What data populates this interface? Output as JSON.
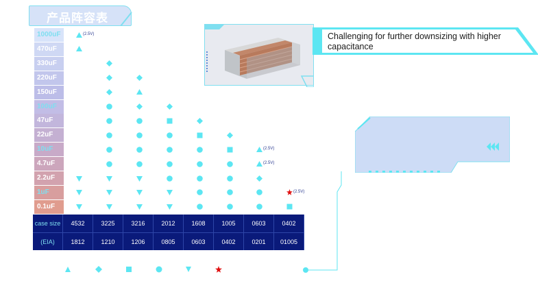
{
  "title": "产品阵容表",
  "description": "Challenging for further downsizing with higher capacitance",
  "capacitance_labels": [
    "1000uF",
    "470uF",
    "330uF",
    "220uF",
    "150uF",
    "100uF",
    "47uF",
    "22uF",
    "10uF",
    "4.7uF",
    "2.2uF",
    "1uF",
    "0.1uF"
  ],
  "notes": {
    "v25": "(2.5V)"
  },
  "table": {
    "row1": [
      "case size",
      "4532",
      "3225",
      "3216",
      "2012",
      "1608",
      "1005",
      "0603",
      "0402"
    ],
    "row2": [
      "(EIA)",
      "1812",
      "1210",
      "1206",
      "0805",
      "0603",
      "0402",
      "0201",
      "01005"
    ]
  },
  "colors": {
    "accent": "#7fdff0",
    "navy": "#0a1a7a",
    "marker": "#5ce6f2",
    "star": "#e01010",
    "panel": "#cddcf6"
  },
  "icons": [
    "triangle",
    "diamond",
    "square",
    "circle",
    "down-triangle",
    "star"
  ],
  "chart_data": {
    "type": "table",
    "rows": [
      "1000uF",
      "470uF",
      "330uF",
      "220uF",
      "150uF",
      "100uF",
      "47uF",
      "22uF",
      "10uF",
      "4.7uF",
      "2.2uF",
      "1uF",
      "0.1uF"
    ],
    "columns": [
      "4532",
      "3225",
      "3216",
      "2012",
      "1608",
      "1005",
      "0603",
      "0402"
    ],
    "cells": [
      [
        "triangle (2.5V)",
        "",
        "",
        "",
        "",
        "",
        "",
        ""
      ],
      [
        "triangle",
        "",
        "",
        "",
        "",
        "",
        "",
        ""
      ],
      [
        "",
        "diamond",
        "",
        "",
        "",
        "",
        "",
        ""
      ],
      [
        "",
        "diamond",
        "diamond",
        "",
        "",
        "",
        "",
        ""
      ],
      [
        "",
        "diamond",
        "triangle",
        "",
        "",
        "",
        "",
        ""
      ],
      [
        "",
        "circle",
        "diamond",
        "diamond",
        "",
        "",
        "",
        ""
      ],
      [
        "",
        "circle",
        "circle",
        "square",
        "diamond",
        "",
        "",
        ""
      ],
      [
        "",
        "circle",
        "circle",
        "circle",
        "square",
        "diamond",
        "",
        ""
      ],
      [
        "",
        "circle",
        "circle",
        "circle",
        "circle",
        "square",
        "triangle (2.5V)",
        ""
      ],
      [
        "",
        "circle",
        "circle",
        "circle",
        "circle",
        "circle",
        "triangle (2.5V)",
        ""
      ],
      [
        "down-triangle",
        "down-triangle",
        "down-triangle",
        "circle",
        "circle",
        "circle",
        "diamond",
        ""
      ],
      [
        "down-triangle",
        "down-triangle",
        "down-triangle",
        "down-triangle",
        "circle",
        "circle",
        "circle",
        "star (2.5V)"
      ],
      [
        "down-triangle",
        "down-triangle",
        "down-triangle",
        "down-triangle",
        "circle",
        "circle",
        "circle",
        "square"
      ]
    ]
  }
}
